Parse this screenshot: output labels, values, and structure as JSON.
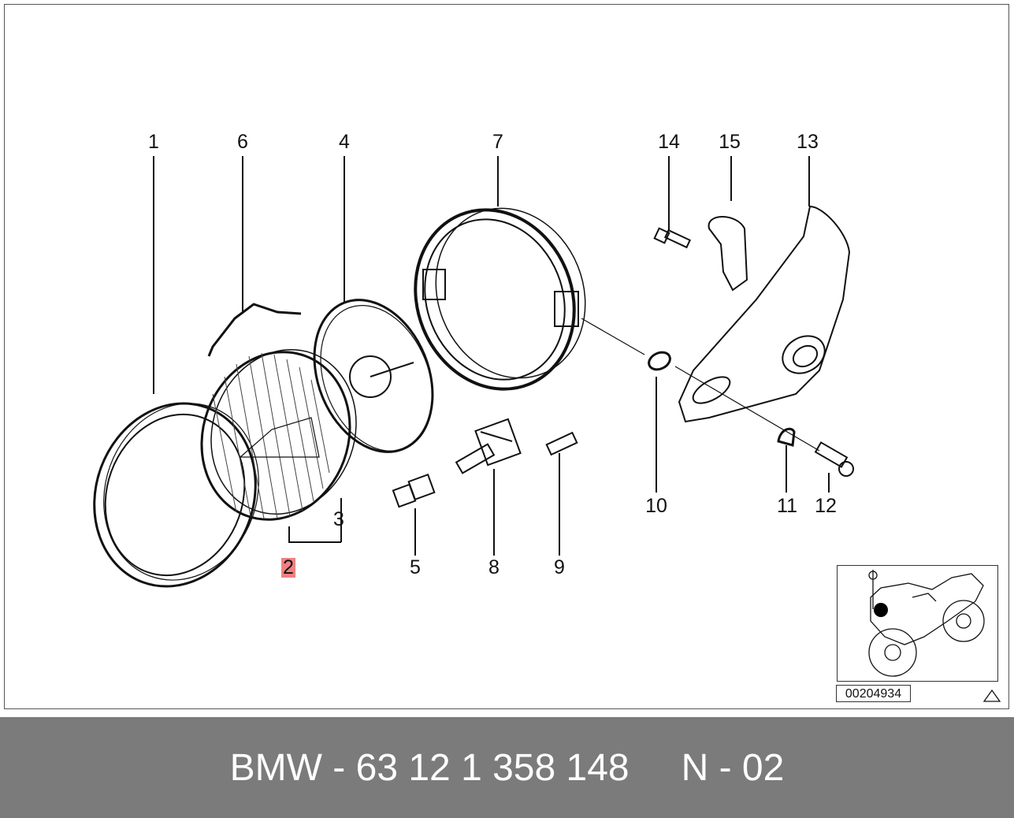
{
  "diagram": {
    "callouts": [
      {
        "id": "c1",
        "text": "1"
      },
      {
        "id": "c6",
        "text": "6"
      },
      {
        "id": "c4",
        "text": "4"
      },
      {
        "id": "c7",
        "text": "7"
      },
      {
        "id": "c14",
        "text": "14"
      },
      {
        "id": "c15",
        "text": "15"
      },
      {
        "id": "c13",
        "text": "13"
      },
      {
        "id": "c3",
        "text": "3"
      },
      {
        "id": "c2",
        "text": "2"
      },
      {
        "id": "c5",
        "text": "5"
      },
      {
        "id": "c8",
        "text": "8"
      },
      {
        "id": "c9",
        "text": "9"
      },
      {
        "id": "c10",
        "text": "10"
      },
      {
        "id": "c11",
        "text": "11"
      },
      {
        "id": "c12",
        "text": "12"
      }
    ],
    "highlighted_callout": "2",
    "reference_id": "00204934",
    "highlight_color": "#f08080"
  },
  "footer": {
    "part_number": "BMW - 63 12 1 358 148",
    "variant": "N - 02",
    "background_color": "#7b7b7b"
  }
}
